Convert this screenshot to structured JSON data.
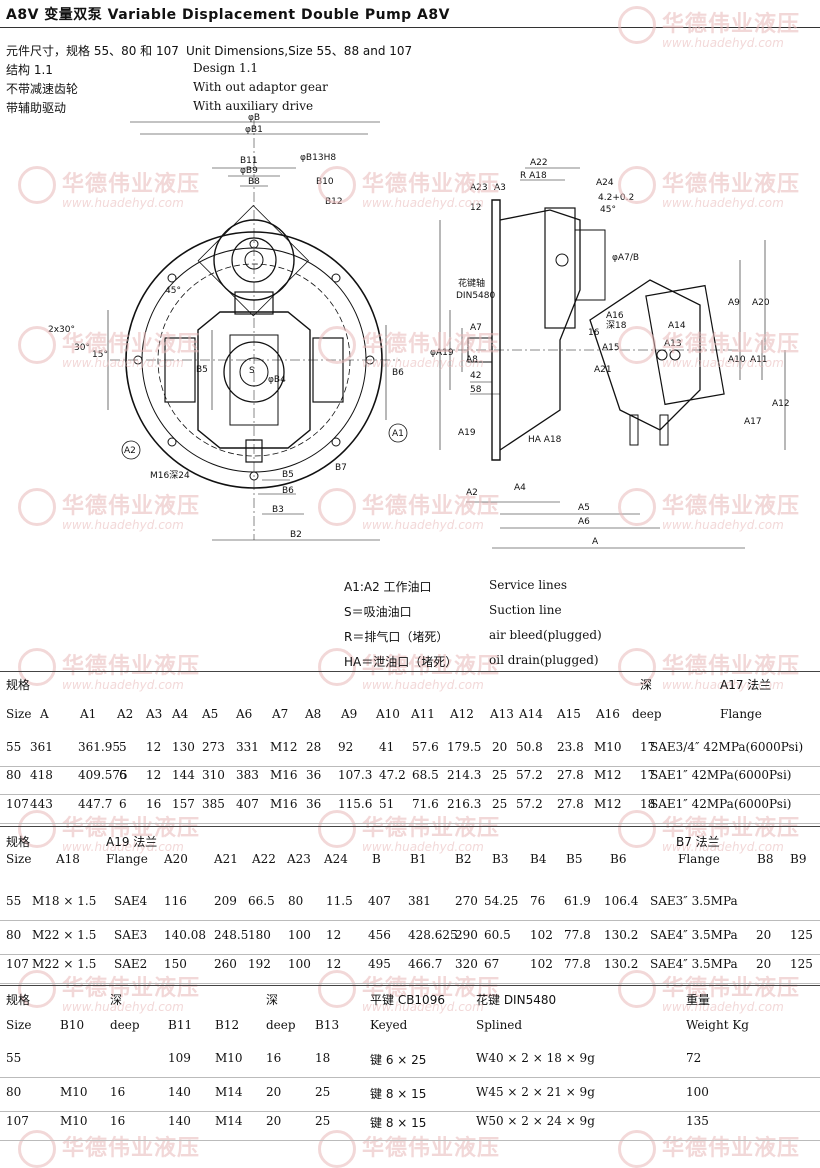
{
  "header": {
    "title": "A8V 变量双泵  Variable Displacement   Double Pump  A8V",
    "line1_cn": "元件尺寸，规格 55、80 和 107",
    "line1_en": "Unit Dimensions,Size 55、88 and 107",
    "line2_cn": "结构 1.1",
    "line2_en": "Design  1.1",
    "line3_cn": "不带减速齿轮",
    "line3_en": "With out adaptor gear",
    "line4_cn": "带辅助驱动",
    "line4_en": "With auxiliary drive"
  },
  "watermark": {
    "cn": "华德伟业液压",
    "url": "www.huadehyd.com"
  },
  "drawing_labels": {
    "phiB": "φB",
    "phiB1": "φB1",
    "B11": "B11",
    "B13H8": "φB13H8",
    "B9": "φB9",
    "B8": "B8",
    "B10": "B10",
    "B12": "B12",
    "deg45": "45°",
    "x30": "2x30°",
    "deg30": "30°",
    "deg15": "15°",
    "B5v": "B5",
    "B6v": "B6",
    "S": "S",
    "phiB4": "φB4",
    "A1c": "A1",
    "A2c": "A2",
    "M16": "M16深24",
    "B7": "B7",
    "B5h": "B5",
    "B6h": "B6",
    "B3": "B3",
    "B2": "B2",
    "A22": "A22",
    "RA18": "R A18",
    "A3": "A3",
    "A24": "A24",
    "a12": "12",
    "A23": "A23",
    "t42": "4.2+0.2",
    "d45": "45°",
    "spline_cn": "花键轴",
    "din": "DIN5480",
    "A7": "A7",
    "phiA19": "φA19",
    "A8": "A8",
    "n42": "42",
    "n58": "58",
    "A16": "A16",
    "d16": "16",
    "deep18": "深18",
    "A14": "A14",
    "A15": "A15",
    "A13": "A13",
    "A21": "A21",
    "A9": "A9",
    "A20": "A20",
    "A10": "A10",
    "A11": "A11",
    "A12": "A12",
    "A17": "A17",
    "A19": "A19",
    "HA18": "HA A18",
    "A2d": "A2",
    "A4": "A4",
    "A5": "A5",
    "A6": "A6",
    "A": "A",
    "phiB7": "φA7/B"
  },
  "legend": [
    {
      "cn": "A1:A2 工作油口",
      "en": "Service lines"
    },
    {
      "cn": "S＝吸油油口",
      "en": "Suction line"
    },
    {
      "cn": "R＝排气口（堵死）",
      "en": "air bleed(plugged)"
    },
    {
      "cn": "HA＝泄油口（堵死）",
      "en": "oil drain(plugged)"
    }
  ],
  "table1": {
    "h1": [
      "规格",
      "深",
      "A17 法兰"
    ],
    "h2": [
      "Size",
      "A",
      "A1",
      "A2",
      "A3",
      "A4",
      "A5",
      "A6",
      "A7",
      "A8",
      "A9",
      "A10",
      "A11",
      "A12",
      "A13",
      "A14",
      "A15",
      "A16",
      "deep",
      "Flange"
    ],
    "rows": [
      [
        "55",
        "361",
        "361.95",
        "5",
        "12",
        "130",
        "273",
        "331",
        "M12",
        "28",
        "92",
        "41",
        "57.6",
        "179.5",
        "20",
        "50.8",
        "23.8",
        "M10",
        "17",
        "SAE3/4″ 42MPa(6000Psi)"
      ],
      [
        "80",
        "418",
        "409.575",
        "6",
        "12",
        "144",
        "310",
        "383",
        "M16",
        "36",
        "107.3",
        "47.2",
        "68.5",
        "214.3",
        "25",
        "57.2",
        "27.8",
        "M12",
        "17",
        "SAE1″ 42MPa(6000Psi)"
      ],
      [
        "107",
        "443",
        "447.7",
        "6",
        "16",
        "157",
        "385",
        "407",
        "M16",
        "36",
        "115.6",
        "51",
        "71.6",
        "216.3",
        "25",
        "57.2",
        "27.8",
        "M12",
        "18",
        "SAE1″ 42MPa(6000Psi)"
      ]
    ]
  },
  "table2": {
    "h1": [
      "规格",
      "A19 法兰",
      "B7 法兰"
    ],
    "h2": [
      "Size",
      "A18",
      "Flange",
      "A20",
      "A21",
      "A22",
      "A23",
      "A24",
      "B",
      "B1",
      "B2",
      "B3",
      "B4",
      "B5",
      "B6",
      "Flange",
      "B8",
      "B9"
    ],
    "rows": [
      [
        "55",
        "M18 × 1.5",
        "SAE4",
        "116",
        "209",
        "66.5",
        "80",
        "11.5",
        "407",
        "381",
        "270",
        "54.25",
        "76",
        "61.9",
        "106.4",
        "SAE3″ 3.5MPa",
        "",
        ""
      ],
      [
        "80",
        "M22 × 1.5",
        "SAE3",
        "140.08",
        "248.5",
        "180",
        "100",
        "12",
        "456",
        "428.625",
        "290",
        "60.5",
        "102",
        "77.8",
        "130.2",
        "SAE4″ 3.5MPa",
        "20",
        "125"
      ],
      [
        "107",
        "M22 × 1.5",
        "SAE2",
        "150",
        "260",
        "192",
        "100",
        "12",
        "495",
        "466.7",
        "320",
        "67",
        "102",
        "77.8",
        "130.2",
        "SAE4″ 3.5MPa",
        "20",
        "125"
      ]
    ]
  },
  "table3": {
    "h1": [
      "规格",
      "深",
      "深",
      "平键 CB1096",
      "花键 DIN5480",
      "重量"
    ],
    "h2": [
      "Size",
      "B10",
      "deep",
      "B11",
      "B12",
      "deep",
      "B13",
      "Keyed",
      "Splined",
      "Weight Kg"
    ],
    "rows": [
      [
        "55",
        "",
        "",
        "109",
        "M10",
        "16",
        "18",
        "键 6 × 25",
        "W40 × 2 × 18 × 9g",
        "72"
      ],
      [
        "80",
        "M10",
        "16",
        "140",
        "M14",
        "20",
        "25",
        "键 8 × 15",
        "W45 × 2 × 21 × 9g",
        "100"
      ],
      [
        "107",
        "M10",
        "16",
        "140",
        "M14",
        "20",
        "25",
        "键 8 × 15",
        "W50 × 2 × 24 × 9g",
        "135"
      ]
    ]
  }
}
